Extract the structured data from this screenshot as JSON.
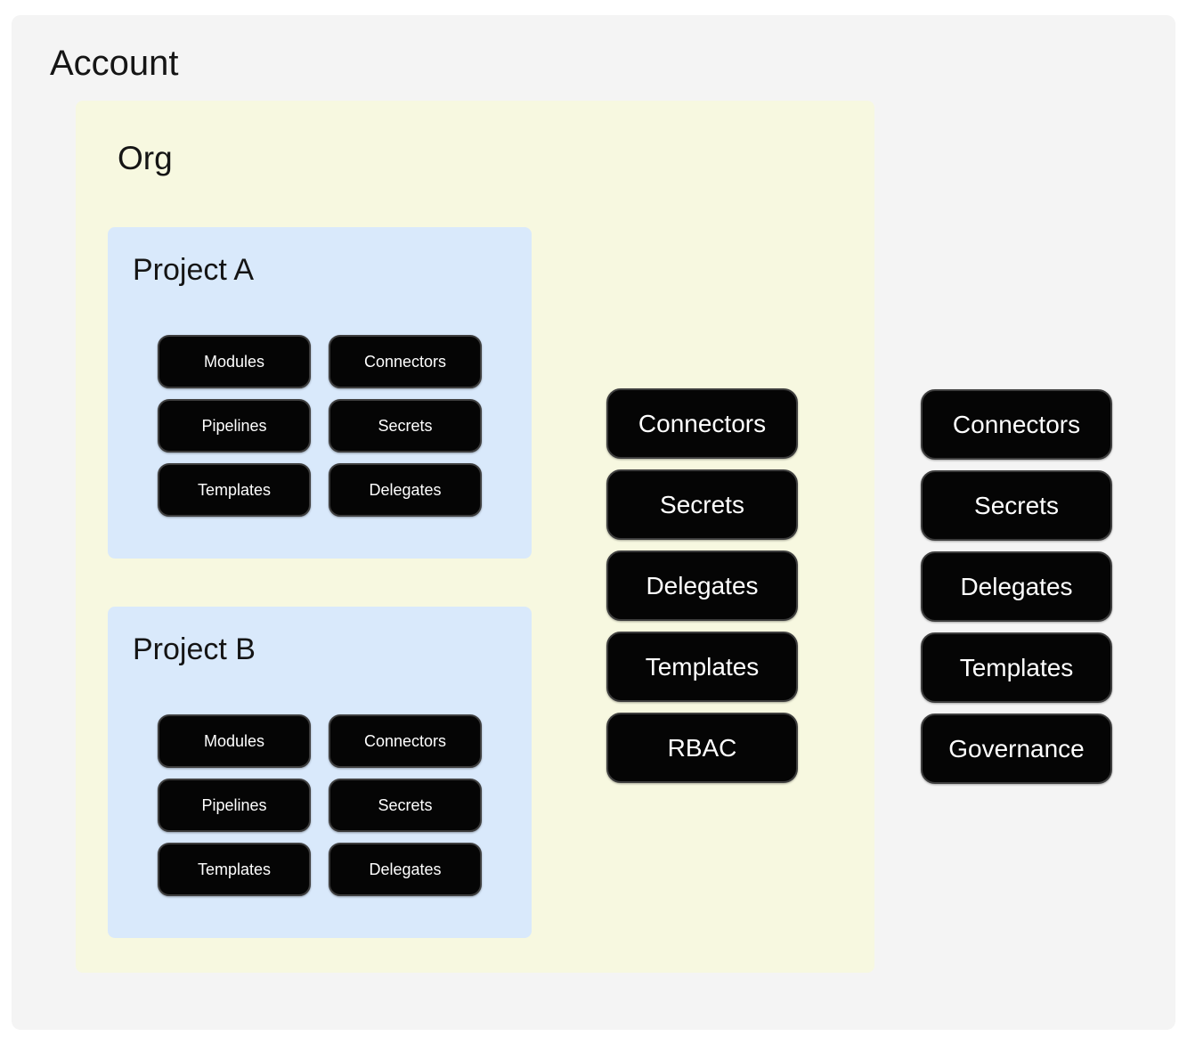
{
  "colors": {
    "page_bg": "#ffffff",
    "account_bg": "#f4f4f4",
    "org_bg": "#f7f8e0",
    "project_bg": "#d9e9fb",
    "pill_bg": "#050505",
    "pill_border": "#3d3d3d",
    "pill_text": "#ffffff",
    "heading_text": "#151515"
  },
  "account": {
    "label": "Account",
    "org": {
      "label": "Org",
      "projects": [
        {
          "label": "Project A",
          "buttons": [
            "Modules",
            "Connectors",
            "Pipelines",
            "Secrets",
            "Templates",
            "Delegates"
          ]
        },
        {
          "label": "Project B",
          "buttons": [
            "Modules",
            "Connectors",
            "Pipelines",
            "Secrets",
            "Templates",
            "Delegates"
          ]
        }
      ],
      "resources": [
        "Connectors",
        "Secrets",
        "Delegates",
        "Templates",
        "RBAC"
      ]
    },
    "resources": [
      "Connectors",
      "Secrets",
      "Delegates",
      "Templates",
      "Governance"
    ]
  }
}
